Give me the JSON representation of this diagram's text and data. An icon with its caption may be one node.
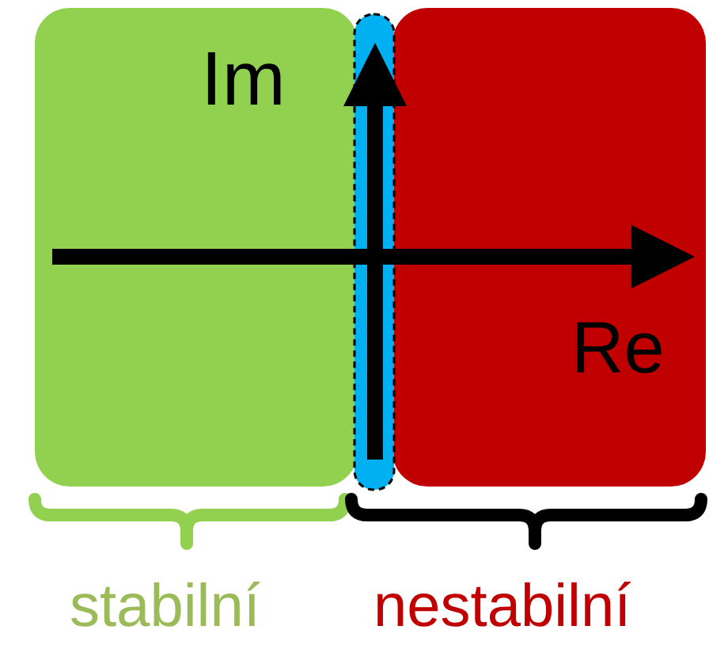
{
  "diagram": {
    "labels": [
      "Im",
      "Re",
      "stabilní",
      "nestabilní"
    ]
  }
}
